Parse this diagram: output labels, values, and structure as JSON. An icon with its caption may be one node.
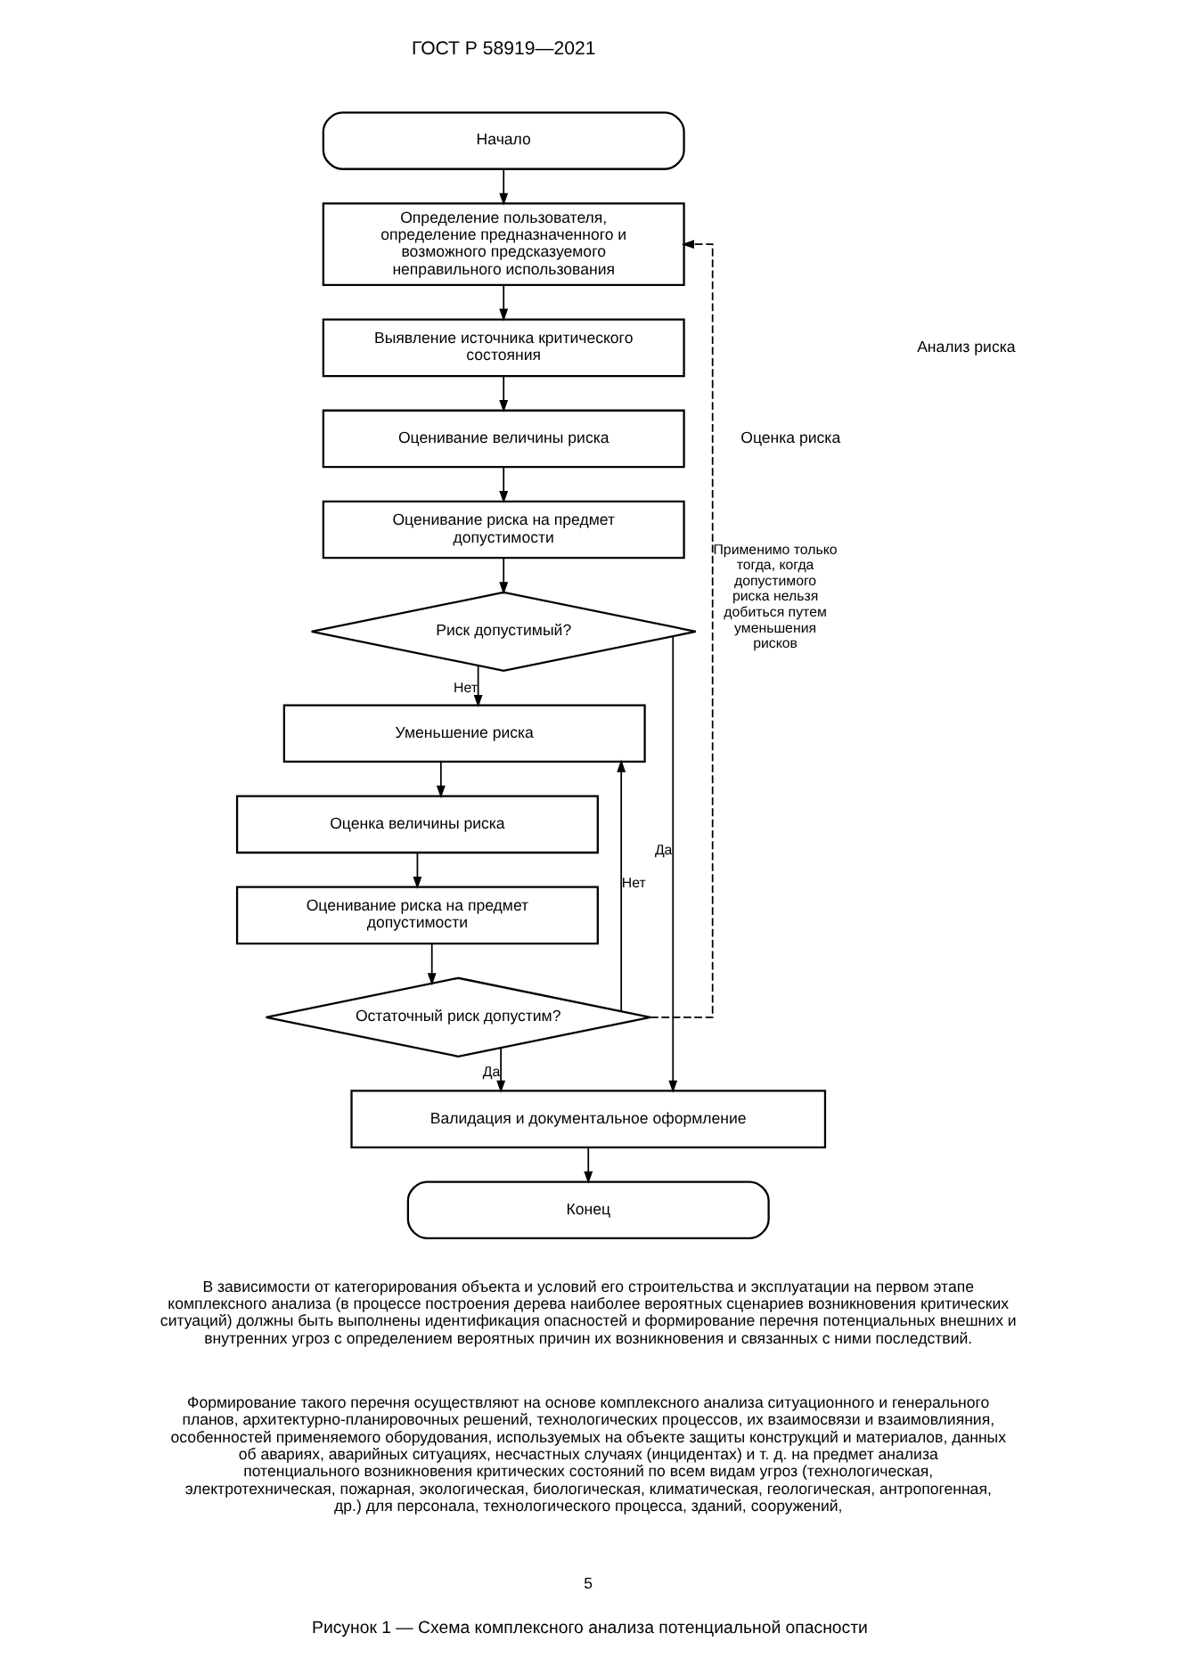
{
  "diagram": {
    "caption": "Рисунок 1 — Схема комплексного анализа потенциальной опасности",
    "nodes": [
      {
        "text": [
          "Начало"
        ]
      },
      {
        "text": [
          "Определение пользователя, определение предназначенного и возможного предсказуемого неправильного использования"
        ]
      },
      {
        "text": [
          "Выявление источника критического состояния"
        ]
      },
      {
        "text": [
          "Оценивание величины риска"
        ]
      },
      {
        "text": [
          "Оценивание риска на предмет допустимости"
        ]
      },
      {
        "text": [
          "Риск допустимый?"
        ]
      },
      {
        "text": [
          "Уменьшение риска"
        ]
      },
      {
        "text": [
          "Оценка величины риска"
        ]
      },
      {
        "text": [
          "Оценивание риска на предмет допустимости"
        ]
      },
      {
        "text": [
          "Остаточный риск допустим?"
        ]
      },
      {
        "text": [
          "Валидация и документальное оформление"
        ]
      },
      {
        "text": [
          "Конец"
        ]
      }
    ],
    "edges": [
      {
        "from": 0,
        "to": 1,
        "arrow": "to"
      },
      {
        "from": 1,
        "to": 2,
        "arrow": "to"
      },
      {
        "from": 2,
        "to": 3,
        "arrow": "to"
      },
      {
        "from": 3,
        "to": 4,
        "arrow": "to"
      },
      {
        "from": 4,
        "to": 5,
        "arrow": "to"
      },
      {
        "from": 5,
        "to": 6,
        "arrow": "to",
        "label": "Нет"
      },
      {
        "from": 5,
        "to": 10,
        "arrow": "to",
        "label": "Да"
      },
      {
        "from": 6,
        "to": 7,
        "arrow": "to"
      },
      {
        "from": 7,
        "to": 8,
        "arrow": "to"
      },
      {
        "from": 8,
        "to": 9,
        "arrow": "to"
      },
      {
        "from": 9,
        "to": 10,
        "arrow": "to",
        "label": "Да"
      },
      {
        "from": 9,
        "to": 6,
        "arrow": "to",
        "label": "Нет"
      },
      {
        "from": 9,
        "to": 1,
        "arrow": "to",
        "style": "dashed",
        "label": "Применимо только тогда, когда допустимого риска нельзя добиться путем уменьшения рисков"
      },
      {
        "from": 10,
        "to": 11,
        "arrow": "to"
      }
    ],
    "labels": [
      "ГОСТ Р 58919—2021",
      "Анализ риска",
      "Оценка риска",
      "В зависимости от категорирования объекта и условий его строительства и эксплуатации на первом этапе комплексного анализа (в процессе построения дерева наиболее вероятных сценариев возникновения критических ситуаций) должны быть выполнены идентификация опасностей и формирование перечня потенциальных внешних и внутренних угроз с определением вероятных причин их возникновения и связанных с ними последствий.",
      "Формирование такого перечня осуществляют на основе комплексного анализа ситуационного и генерального планов, архитектурно-планировочных решений, технологических процессов, их взаимосвязи и взаимовлияния, особенностей применяемого оборудования, используемых на объекте защиты конструкций и материалов, данных об авариях, аварийных ситуациях, несчастных случаях (инцидентах) и т. д. на предмет анализа потенциального возникновения критических состояний по всем видам угроз (технологическая, электротехническая, пожарная, экологическая, биологическая, климатическая, геологическая, антропогенная, др.) для персонала, технологического процесса, зданий, сооружений,",
      "5"
    ]
  }
}
